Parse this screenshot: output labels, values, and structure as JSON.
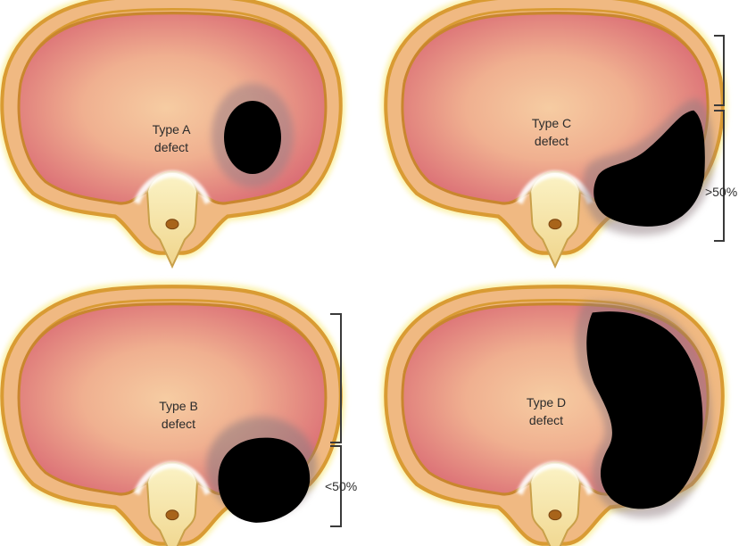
{
  "panels": [
    {
      "id": "a",
      "line1": "Type A",
      "line2": "defect"
    },
    {
      "id": "b",
      "line1": "Type B",
      "line2": "defect"
    },
    {
      "id": "c",
      "line1": "Type C",
      "line2": "defect"
    },
    {
      "id": "d",
      "line1": "Type D",
      "line2": "defect"
    }
  ],
  "brackets": {
    "gt50": ">50%",
    "lt50": "<50%"
  },
  "colors": {
    "tissue_center": "#f5c8a0",
    "tissue_edge": "#d96873",
    "wall_gold": "#d9a23a",
    "wall_glow": "#fbf1a6",
    "defect": "#000000"
  }
}
